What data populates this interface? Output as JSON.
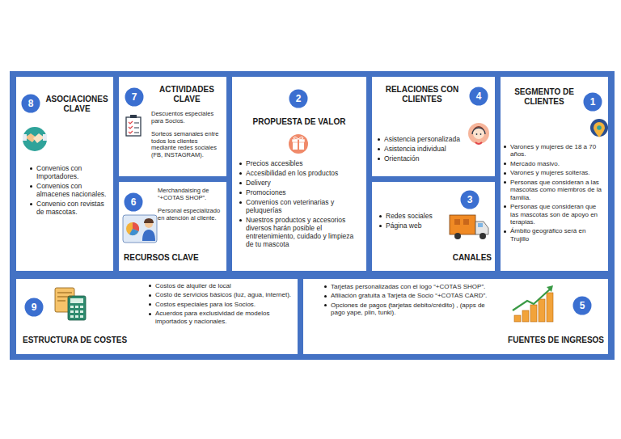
{
  "diagram": {
    "nodes": [
      {
        "text": [
          "ASOCIACIONES CLAVE",
          "Convenios con Importadores.",
          "Convenios con almacenes nacionales.",
          "Convenio con revistas de mascotas."
        ]
      },
      {
        "text": [
          "8"
        ],
        "in": 0
      },
      {
        "text": [
          "ACTIVIDADES CLAVE",
          "Descuentos especiales para Socios.",
          "Sorteos semanales entre todos los clientes mediante redes sociales (FB, INSTAGRAM)."
        ]
      },
      {
        "text": [
          "7"
        ],
        "in": 2
      },
      {
        "text": [
          "RECURSOS CLAVE",
          "Merchandaising de “+COTAS SHOP”.",
          "Personal especializado en atención al cliente."
        ]
      },
      {
        "text": [
          "6"
        ],
        "in": 4
      },
      {
        "text": [
          "PROPUESTA DE VALOR",
          "Precios accesibles",
          "Accesibilidad en los productos",
          "Delivery",
          "Promociones",
          "Convenios con veterinarias y peluquerías",
          "Nuestros productos y accesorios diversos harán posible el entretenimiento, cuidado y limpieza de tu mascota"
        ]
      },
      {
        "text": [
          "2"
        ],
        "in": 6
      },
      {
        "text": [
          "RELACIONES CON CLIENTES",
          "Asistencia personalizada",
          "Asistencia individual",
          "Orientación"
        ]
      },
      {
        "text": [
          "4"
        ],
        "in": 8
      },
      {
        "text": [
          "CANALES",
          "Redes sociales",
          "Página web"
        ]
      },
      {
        "text": [
          "3"
        ],
        "in": 10
      },
      {
        "text": [
          "SEGMENTO DE CLIENTES",
          "Varones y mujeres de 18 a 70 años.",
          "Mercado masivo.",
          "Varones y mujeres solteras.",
          "Personas que consideran a las mascotas como miembros de la familia.",
          "Personas que consideran que las mascotas son de apoyo en terapias.",
          "Ámbito geográfico será en Trujillo"
        ]
      },
      {
        "text": [
          "1"
        ],
        "in": 12
      },
      {
        "text": [
          "ESTRUCTURA DE COSTES",
          "Costos de alquiler de local",
          "Costo de servicios básicos (luz, agua, internet).",
          "Costos especiales para los Socios.",
          "Acuerdos para exclusividad de modelos importados y nacionales."
        ]
      },
      {
        "text": [
          "9"
        ],
        "in": 14
      },
      {
        "text": [
          "FUENTES DE INGRESOS",
          "Tarjetas personalizadas con el logo “+COTAS SHOP”.",
          "Afiliación gratuita a Tarjeta de Socio “+COTAS CARD”.",
          "Opciones de pagos (tarjetas debito/crédito) , (apps de pago yape, plin, tunki)."
        ]
      },
      {
        "text": [
          "5"
        ],
        "in": 16
      }
    ]
  }
}
